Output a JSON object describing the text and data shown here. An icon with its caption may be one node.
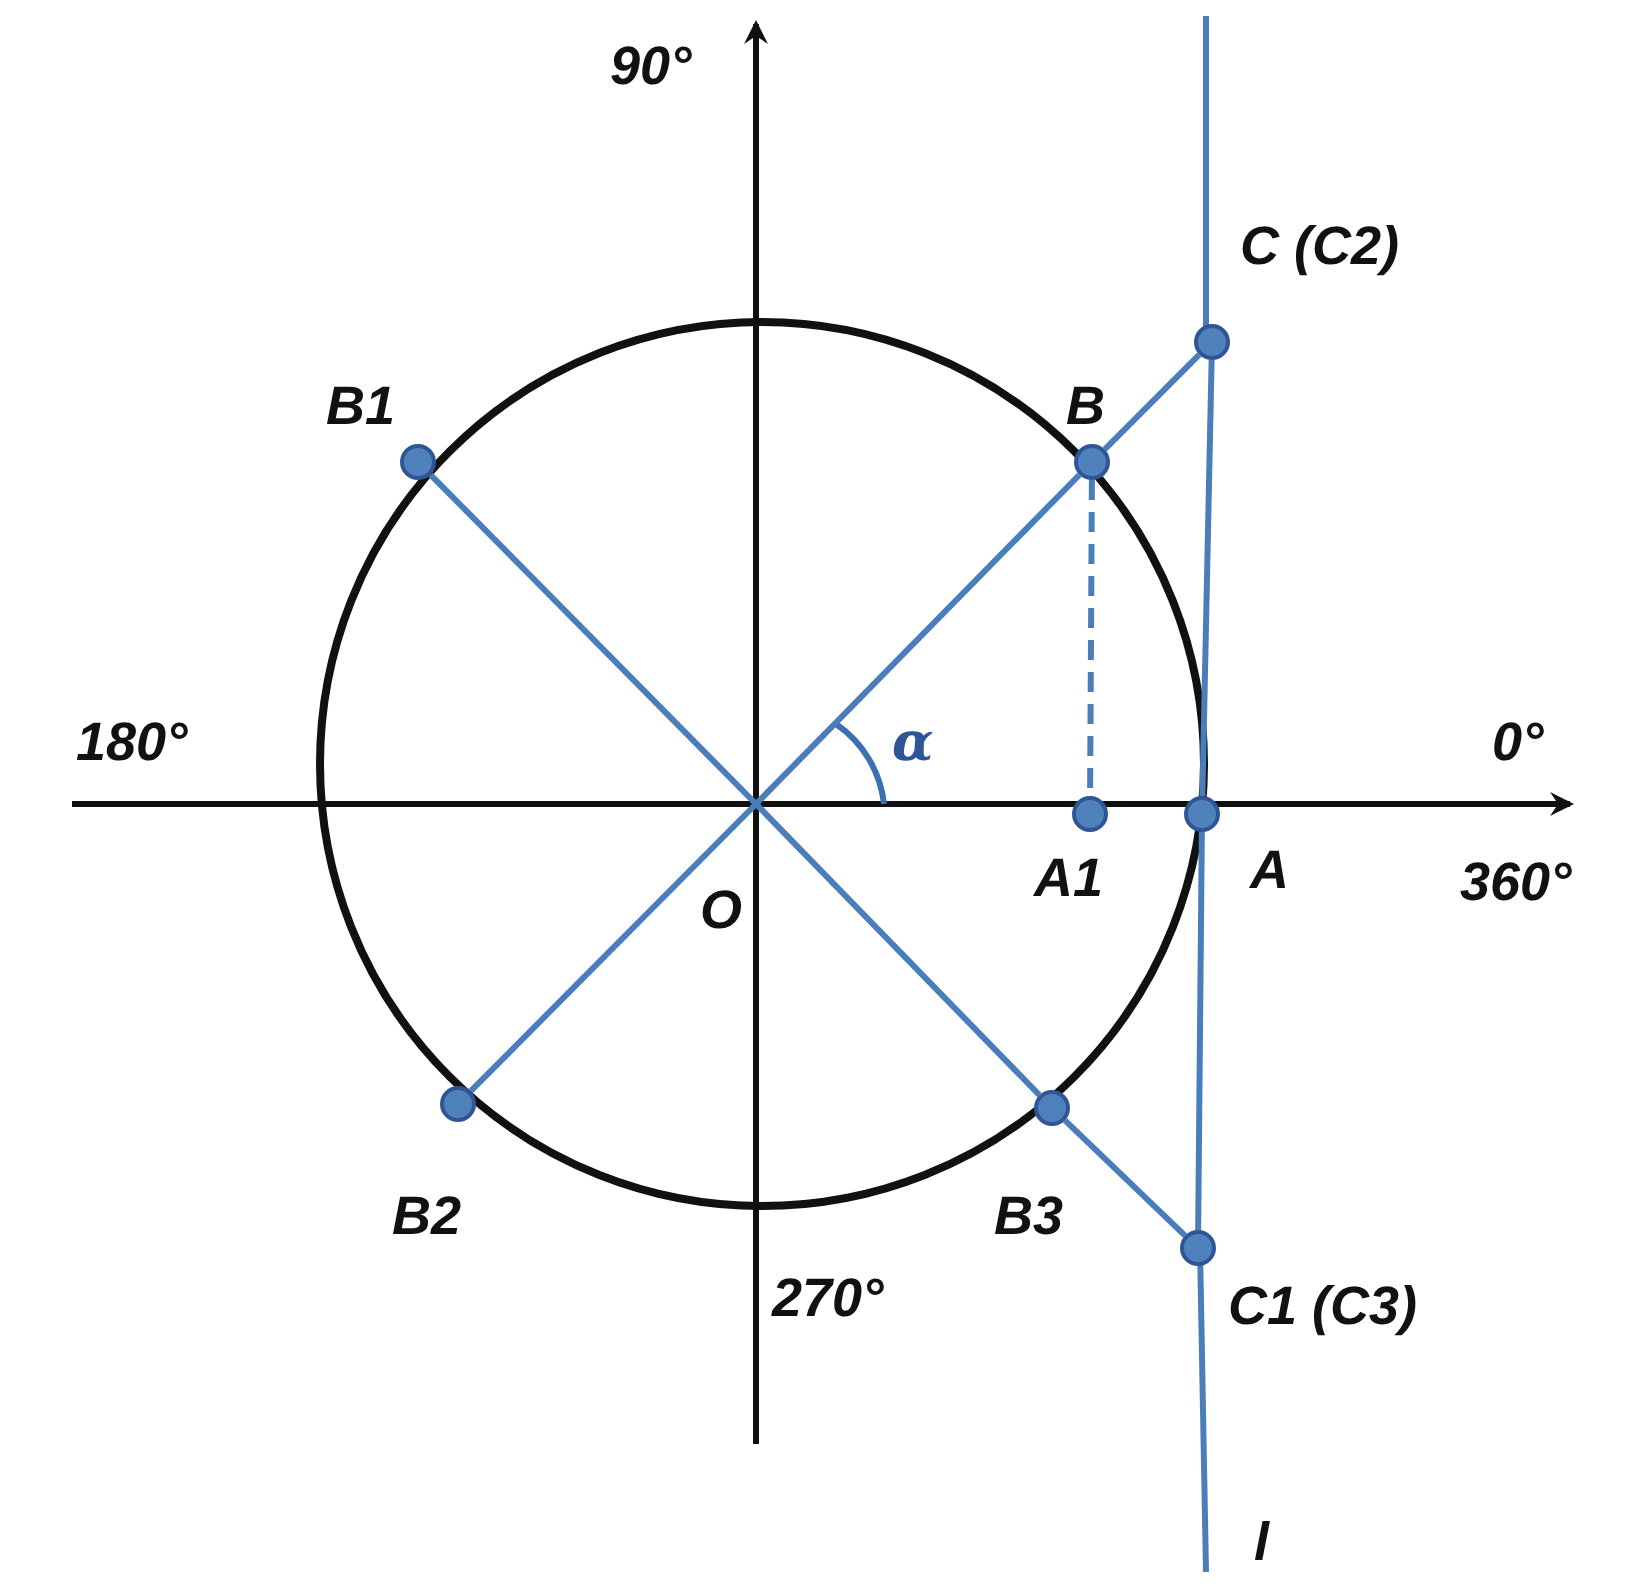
{
  "diagram": {
    "nodes": [
      {
        "text": [
          "C (C2)"
        ]
      },
      {
        "text": [
          "B1"
        ]
      },
      {
        "text": [
          "B"
        ]
      },
      {
        "text": [
          "O"
        ]
      },
      {
        "text": [
          "A1"
        ]
      },
      {
        "text": [
          "A"
        ]
      },
      {
        "text": [
          "B2"
        ]
      },
      {
        "text": [
          "B3"
        ]
      },
      {
        "text": [
          "C1 (C3)"
        ]
      }
    ],
    "edges": [
      {
        "from": 6,
        "to": 3,
        "arrow": "none"
      },
      {
        "from": 3,
        "to": 2,
        "arrow": "none"
      },
      {
        "from": 2,
        "to": 0,
        "arrow": "none"
      },
      {
        "from": 1,
        "to": 3,
        "arrow": "none"
      },
      {
        "from": 3,
        "to": 7,
        "arrow": "none"
      },
      {
        "from": 7,
        "to": 8,
        "arrow": "none"
      },
      {
        "from": 2,
        "to": 4,
        "arrow": "none",
        "style": "dashed"
      },
      {
        "from": 0,
        "to": 5,
        "arrow": "none"
      },
      {
        "from": 5,
        "to": 8,
        "arrow": "none"
      }
    ],
    "labels": [
      "90°",
      "180°",
      "α",
      "0°",
      "360°",
      "270°",
      "l"
    ]
  }
}
